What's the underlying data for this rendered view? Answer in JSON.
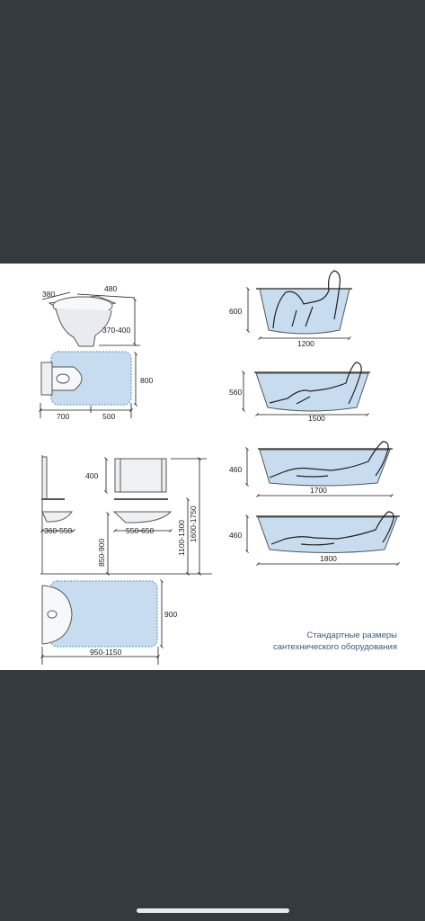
{
  "toilet": {
    "depth": "380",
    "width": "480",
    "height": "370-400",
    "zone_depth": "800",
    "zone_left": "700",
    "zone_right": "500"
  },
  "sink": {
    "bowl_height": "400",
    "front_depth": "360-550",
    "bowl_width": "550-650",
    "rim_height": "850-900",
    "mirror_low": "1100-1300",
    "mirror_high": "1600-1750",
    "zone_depth": "900",
    "zone_width": "950-1150"
  },
  "baths": [
    {
      "height": "600",
      "length": "1200"
    },
    {
      "height": "560",
      "length": "1500"
    },
    {
      "height": "460",
      "length": "1700"
    },
    {
      "height": "460",
      "length": "1800"
    }
  ],
  "caption": {
    "line1": "Стандартные размеры",
    "line2": "сантехнического оборудования"
  }
}
